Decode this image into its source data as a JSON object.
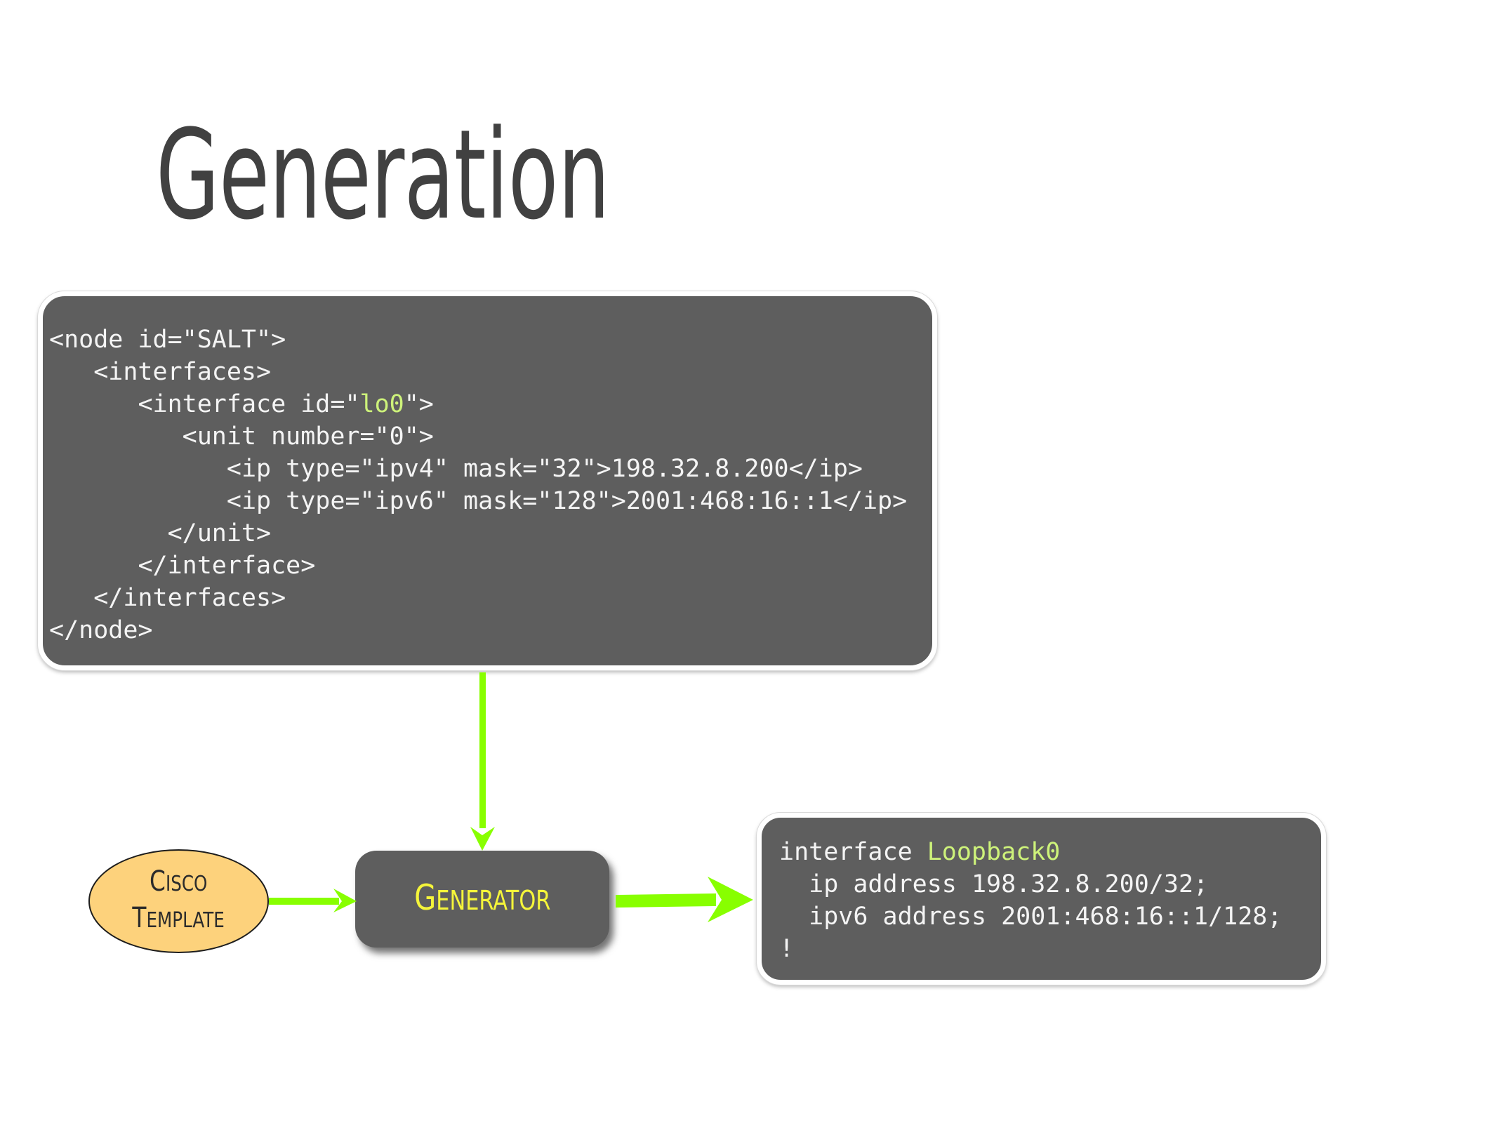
{
  "slide": {
    "title": "Generation"
  },
  "xml_input": {
    "lines": [
      {
        "indent": 0,
        "parts": [
          {
            "text": "<node id=\"SALT\">"
          }
        ]
      },
      {
        "indent": 3,
        "parts": [
          {
            "text": "<interfaces>"
          }
        ]
      },
      {
        "indent": 6,
        "parts": [
          {
            "text": "<interface id=\""
          },
          {
            "text": "lo0",
            "highlight": true
          },
          {
            "text": "\">"
          }
        ]
      },
      {
        "indent": 9,
        "parts": [
          {
            "text": "<unit number=\"0\">"
          }
        ]
      },
      {
        "indent": 12,
        "parts": [
          {
            "text": "<ip type=\"ipv4\" mask=\"32\">198.32.8.200</ip>"
          }
        ]
      },
      {
        "indent": 12,
        "parts": [
          {
            "text": "<ip type=\"ipv6\" mask=\"128\">2001:468:16::1</ip>"
          }
        ]
      },
      {
        "indent": 8,
        "parts": [
          {
            "text": "</unit>"
          }
        ]
      },
      {
        "indent": 6,
        "parts": [
          {
            "text": "</interface>"
          }
        ]
      },
      {
        "indent": 3,
        "parts": [
          {
            "text": "</interfaces>"
          }
        ]
      },
      {
        "indent": 0,
        "parts": [
          {
            "text": "</node>"
          }
        ]
      }
    ]
  },
  "template_node": {
    "line1": {
      "first": "C",
      "rest": "ISCO"
    },
    "line2": {
      "first": "T",
      "rest": "EMPLATE"
    },
    "label": "Cisco Template"
  },
  "generator_node": {
    "first": "G",
    "rest": "ENERATOR",
    "label": "Generator"
  },
  "config_output": {
    "lines": [
      {
        "indent": 0,
        "parts": [
          {
            "text": "interface "
          },
          {
            "text": "Loopback0",
            "highlight": true
          }
        ]
      },
      {
        "indent": 2,
        "parts": [
          {
            "text": "ip address 198.32.8.200/32;"
          }
        ]
      },
      {
        "indent": 2,
        "parts": [
          {
            "text": "ipv6 address 2001:468:16::1/128;"
          }
        ]
      },
      {
        "indent": 0,
        "parts": [
          {
            "text": "!"
          }
        ]
      }
    ]
  },
  "colors": {
    "arrow": "#88ff00",
    "box_fill": "#5e5e5e",
    "highlight": "#cdf27a",
    "generator_text": "#f5f53a",
    "template_fill": "#fdd27c",
    "title": "#414141"
  }
}
